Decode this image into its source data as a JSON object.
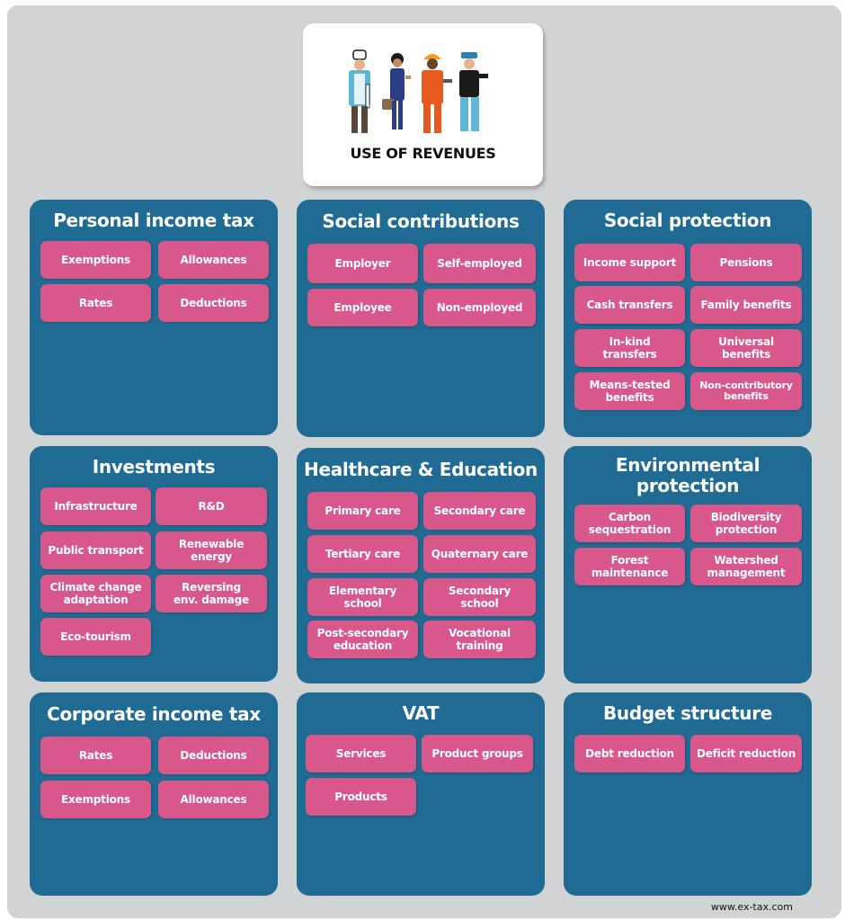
{
  "header": {
    "title": "USE OF REVENUES"
  },
  "footer": {
    "url": "www.ex-tax.com"
  },
  "colors": {
    "panel": "#1f6b93",
    "chip": "#d8588b",
    "background": "#d2d3d5"
  },
  "panels": {
    "personal_income_tax": {
      "title": "Personal income tax",
      "items": [
        "Exemptions",
        "Allowances",
        "Rates",
        "Deductions"
      ]
    },
    "social_contributions": {
      "title": "Social contributions",
      "items": [
        "Employer",
        "Self-employed",
        "Employee",
        "Non-employed"
      ]
    },
    "social_protection": {
      "title": "Social protection",
      "items": [
        "Income support",
        "Pensions",
        "Cash transfers",
        "Family benefits",
        "In-kind\ntransfers",
        "Universal\nbenefits",
        "Means-tested\nbenefits",
        "Non-contributory\nbenefits"
      ]
    },
    "investments": {
      "title": "Investments",
      "items": [
        "Infrastructure",
        "R&D",
        "Public transport",
        "Renewable\nenergy",
        "Climate change\nadaptation",
        "Reversing\nenv. damage",
        "Eco-tourism"
      ]
    },
    "healthcare_education": {
      "title": "Healthcare & Education",
      "items": [
        "Primary care",
        "Secondary care",
        "Tertiary care",
        "Quaternary care",
        "Elementary\nschool",
        "Secondary\nschool",
        "Post-secondary\neducation",
        "Vocational\ntraining"
      ]
    },
    "environmental_protection": {
      "title": "Environmental\nprotection",
      "items": [
        "Carbon\nsequestration",
        "Biodiversity\nprotection",
        "Forest\nmaintenance",
        "Watershed\nmanagement"
      ]
    },
    "corporate_income_tax": {
      "title": "Corporate income tax",
      "items": [
        "Rates",
        "Deductions",
        "Exemptions",
        "Allowances"
      ]
    },
    "vat": {
      "title": "VAT",
      "items": [
        "Services",
        "Product groups",
        "Products"
      ]
    },
    "budget_structure": {
      "title": "Budget structure",
      "items": [
        "Debt reduction",
        "Deficit reduction"
      ]
    }
  }
}
